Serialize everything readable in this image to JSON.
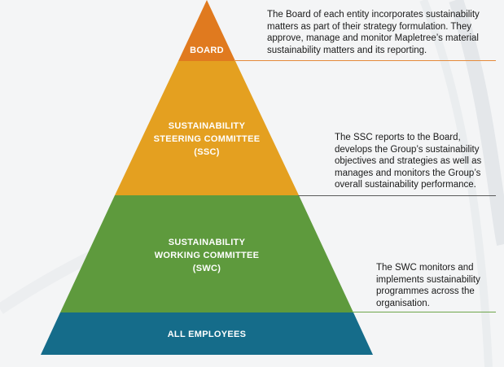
{
  "tiers": [
    {
      "id": "board",
      "label_lines": [
        "BOARD"
      ],
      "color": "#e07a1f",
      "description": "The Board of each entity incorporates sustainability matters as part of their strategy formulation. They approve, manage and monitor Mapletree’s material sustainability matters and its reporting.",
      "rule_color": "#e58a3a"
    },
    {
      "id": "ssc",
      "label_lines": [
        "SUSTAINABILITY",
        "STEERING COMMITTEE",
        "(SSC)"
      ],
      "color": "#e4a020",
      "description": "The SSC reports to the Board, develops the Group’s sustainability objectives and strategies as well as manages and monitors the Group’s overall sustainability performance.",
      "rule_color": "#5a5a5a"
    },
    {
      "id": "swc",
      "label_lines": [
        "SUSTAINABILITY",
        "WORKING COMMITTEE",
        "(SWC)"
      ],
      "color": "#5e9a3d",
      "description": "The SWC monitors and implements sustainability programmes across the organisation.",
      "rule_color": "#6ea64b"
    },
    {
      "id": "employees",
      "label_lines": [
        "ALL EMPLOYEES"
      ],
      "color": "#156c8a"
    }
  ]
}
